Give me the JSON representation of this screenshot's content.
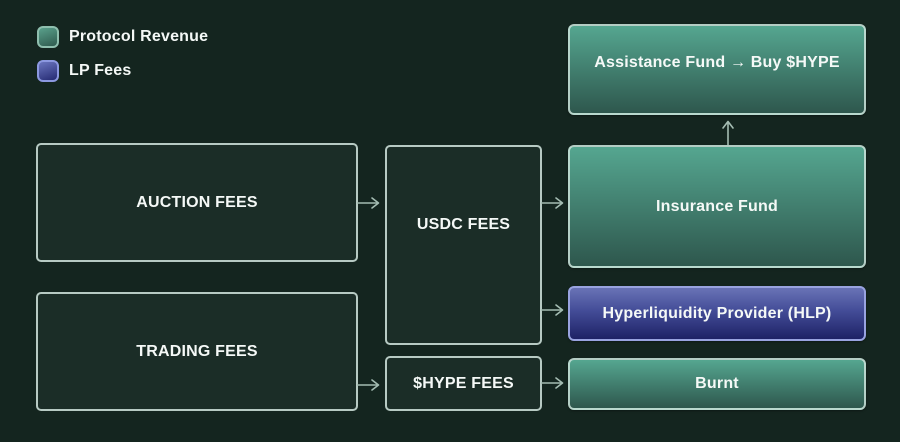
{
  "legend": {
    "items": [
      {
        "label": "Protocol Revenue",
        "swatch": "green-gradient-swatch",
        "color_top": "#55a690",
        "color_bottom": "#2e574d"
      },
      {
        "label": "LP Fees",
        "swatch": "blue-gradient-swatch",
        "color_top": "#6973b6",
        "color_bottom": "#1e2266"
      }
    ]
  },
  "nodes": {
    "auction_fees": {
      "label": "AUCTION FEES",
      "style": "dark-outline"
    },
    "trading_fees": {
      "label": "TRADING FEES",
      "style": "dark-outline"
    },
    "usdc_fees": {
      "label": "USDC FEES",
      "style": "dark-outline"
    },
    "hype_fees": {
      "label": "$HYPE FEES",
      "style": "dark-outline"
    },
    "assistance_fund": {
      "label": "Assistance Fund → Buy $HYPE",
      "style": "protocol-revenue-green"
    },
    "insurance_fund": {
      "label": "Insurance Fund",
      "style": "protocol-revenue-green"
    },
    "hlp": {
      "label": "Hyperliquidity Provider (HLP)",
      "style": "lp-fees-blue"
    },
    "burnt": {
      "label": "Burnt",
      "style": "protocol-revenue-green"
    }
  },
  "edges": [
    {
      "from": "auction_fees",
      "to": "usdc_fees"
    },
    {
      "from": "trading_fees",
      "to": "hype_fees"
    },
    {
      "from": "usdc_fees",
      "to": "insurance_fund"
    },
    {
      "from": "usdc_fees",
      "to": "hlp"
    },
    {
      "from": "hype_fees",
      "to": "burnt"
    },
    {
      "from": "insurance_fund",
      "to": "assistance_fund"
    }
  ],
  "colors": {
    "background": "#14251f",
    "dark_box_fill": "#1b2d27",
    "box_border_light": "#c4d8d0",
    "green_gradient_top": "#55a690",
    "green_gradient_bottom": "#2e574d",
    "blue_gradient_top": "#6973b6",
    "blue_gradient_bottom": "#1e2266",
    "blue_border": "#99a3e0",
    "arrow": "#a4bcb2",
    "text": "#f5f9f7"
  }
}
